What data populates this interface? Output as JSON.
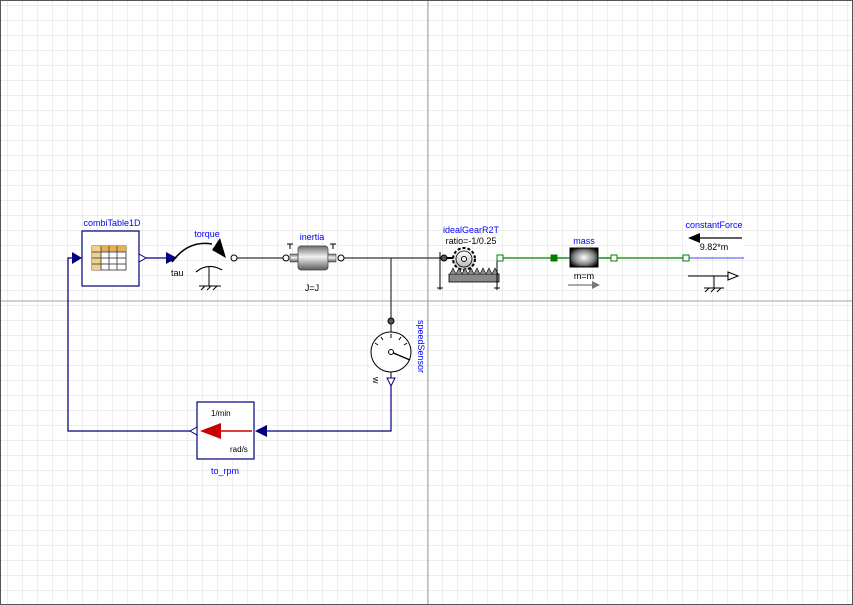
{
  "colors": {
    "grid_minor": "#d9d9d9",
    "grid_major": "#a8a8a8",
    "block_signal": "#00007f",
    "block_label": "#0000ff",
    "translational": "#008000",
    "red_arrow": "#c80000"
  },
  "components": {
    "combiTable": {
      "name": "combiTable1D",
      "icon": "table-icon"
    },
    "torque": {
      "name": "torque",
      "param": "tau",
      "icon": "torque-arc-icon"
    },
    "inertia": {
      "name": "inertia",
      "param": "J=J",
      "icon": "cylinder-icon"
    },
    "idealGear": {
      "name": "idealGearR2T",
      "param": "ratio=-1/0.25",
      "icon": "gear-rack-icon"
    },
    "mass": {
      "name": "mass",
      "param": "m=m",
      "icon": "mass-block-icon"
    },
    "constantForce": {
      "name": "constantForce",
      "param": "9.82*m",
      "icon": "force-arrow-icon"
    },
    "speedSensor": {
      "name": "speedSensor",
      "output": "w",
      "icon": "speedometer-icon"
    },
    "toRpm": {
      "name": "to_rpm",
      "unit_in": "rad/s",
      "unit_out": "1/min",
      "icon": "unit-conversion-icon"
    }
  }
}
